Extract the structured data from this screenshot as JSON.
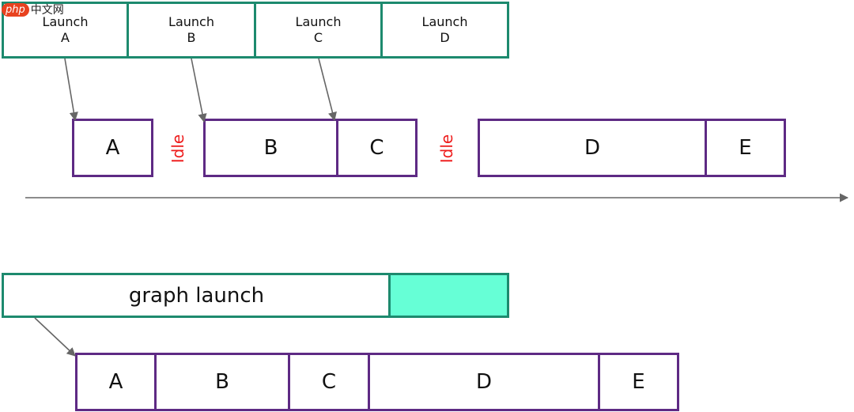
{
  "watermark": {
    "logo": "php",
    "site": "中文网"
  },
  "launches": [
    {
      "line1": "Launch",
      "line2": "A"
    },
    {
      "line1": "Launch",
      "line2": "B"
    },
    {
      "line1": "Launch",
      "line2": "C"
    },
    {
      "line1": "Launch",
      "line2": "D"
    }
  ],
  "stream_kernels": [
    "A",
    "B",
    "C",
    "D",
    "E"
  ],
  "idle_labels": [
    "Idle",
    "Idle"
  ],
  "graph": {
    "label": "graph launch"
  },
  "graph_kernels": [
    "A",
    "B",
    "C",
    "D",
    "E"
  ],
  "colors": {
    "launch_border": "#1d8a6e",
    "kernel_border": "#5e2a84",
    "idle_text": "#ee1c1c",
    "graph_fill": "#66ffd6",
    "arrow": "#666666"
  }
}
